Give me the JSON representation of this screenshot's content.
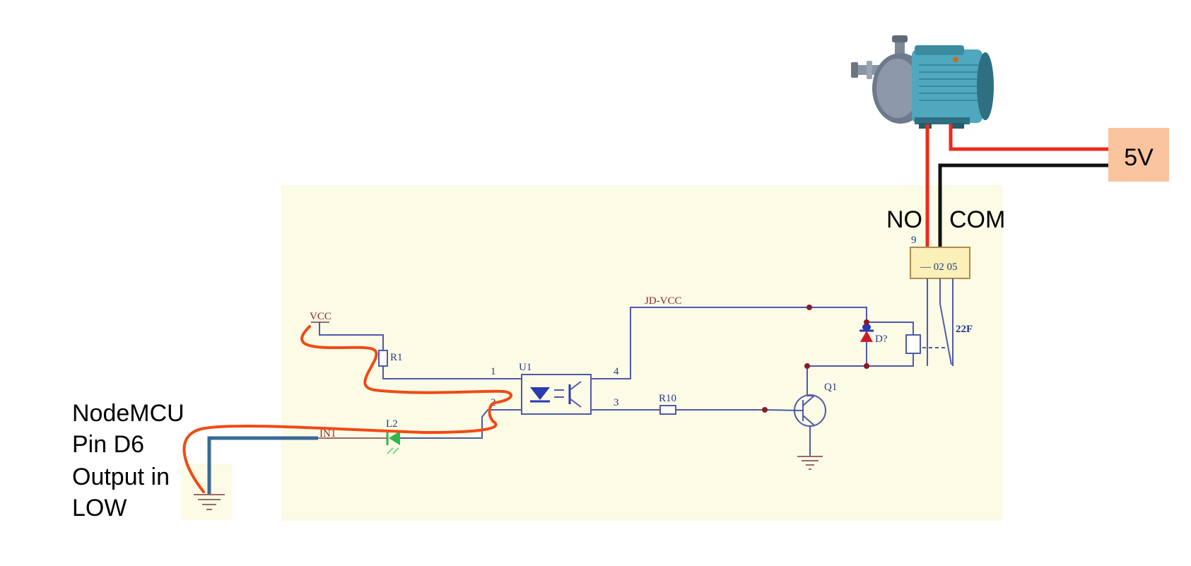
{
  "labels": {
    "power": "5V",
    "no": "NO",
    "com": "COM",
    "nodemcu_lines": [
      "NodeMCU",
      "Pin  D6",
      "Output in",
      "LOW"
    ]
  },
  "schematic": {
    "vcc": "VCC",
    "jd_vcc": "JD-VCC",
    "r1": "R1",
    "u1": "U1",
    "r10": "R10",
    "q1": "Q1",
    "d7": "D?",
    "in1": "IN1",
    "l2": "L2",
    "k1": "22F",
    "relay_pins_num": "9",
    "relay_terminals": "— 02 05",
    "pin1": "1",
    "pin2": "2",
    "pin3": "3",
    "pin4": "4"
  },
  "icons": {
    "pump": "water-pump-icon",
    "ground": "ground-symbol-icon"
  },
  "colors": {
    "background_panel": "#fbfbe6",
    "power_box": "#f9c49e",
    "wire_red": "#ee2a1c",
    "wire_black": "#111111",
    "wire_orange": "#f04a14",
    "wire_blue": "#3a6a94",
    "schematic_line": "#4e5aa8",
    "relay_box": "#fbf0b8"
  }
}
